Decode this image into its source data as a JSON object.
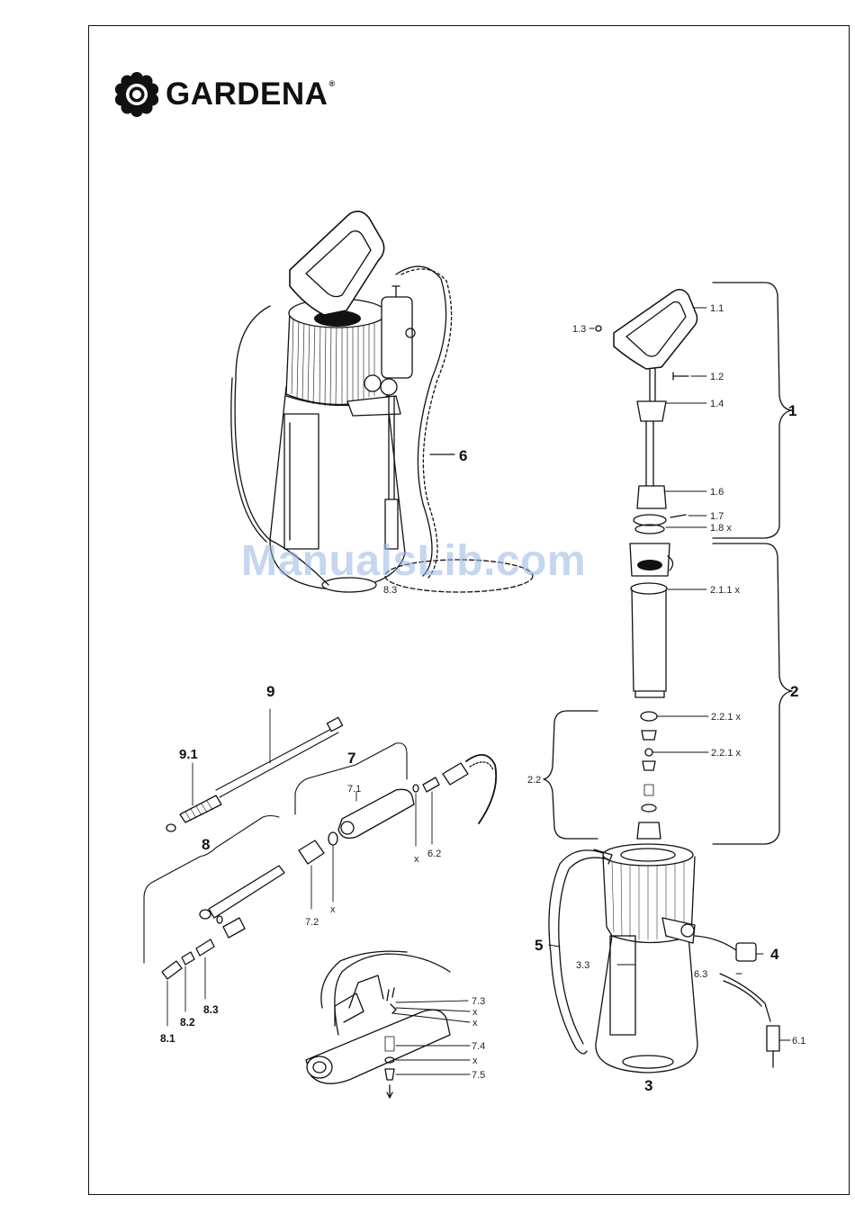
{
  "brand": {
    "name": "GARDENA",
    "reg": "®",
    "logo_icon": "gardena-flower-logo-icon"
  },
  "watermark": "ManualsLib.com",
  "groups": {
    "g1": "1",
    "g2": "2",
    "g3": "3",
    "g4": "4",
    "g5": "5",
    "g6": "6",
    "g7": "7",
    "g8": "8",
    "g9": "9"
  },
  "labels": {
    "l1_1": "1.1",
    "l1_2": "1.2",
    "l1_3": "1.3",
    "l1_4": "1.4",
    "l1_6": "1.6",
    "l1_7": "1.7",
    "l1_8": "1.8 x",
    "l2_1_1": "2.1.1 x",
    "l2_2_1a": "2.2.1 x",
    "l2_2_1b": "2.2.1 x",
    "l2_2": "2.2",
    "l3_3": "3.3",
    "l6_1": "6.1",
    "l6_2": "6.2",
    "l6_3": "6.3",
    "l7_1": "7.1",
    "l7_2": "7.2",
    "l7_3": "7.3",
    "l7_4": "7.4",
    "l7_5": "7.5",
    "l8_1": "8.1",
    "l8_2": "8.2",
    "l8_3": "8.3",
    "l8_3top": "8.3",
    "l9_1": "9.1",
    "x1": "x",
    "x2": "x",
    "x3": "x",
    "x4": "x",
    "x5": "x"
  }
}
